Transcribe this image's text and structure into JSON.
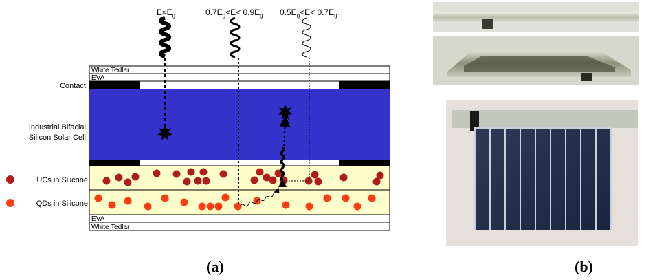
{
  "panel_a": {
    "photon_labels": {
      "p1": {
        "main": "E≈E",
        "sub": "g"
      },
      "p2": {
        "a": "0.7E",
        "a_sub": "g",
        "b": "<E< 0.9E",
        "b_sub": "g"
      },
      "p3": {
        "a": "0.5E",
        "a_sub": "g",
        "b": "<E< 0.7E",
        "b_sub": "g"
      }
    },
    "layers": {
      "white_tedlar_top": "White Tedlar",
      "eva_top": "EVA",
      "eva_bottom": "EVA",
      "white_tedlar_bottom": "White Tedlar"
    },
    "left_labels": {
      "contact": "Contact",
      "cell_line1": "Industrial Bifacial",
      "cell_line2": "Silicon Solar Cell",
      "ucs": "UCs in Silicone",
      "qds": "QDs in Silicone"
    },
    "colors": {
      "cell": "#3333cc",
      "silicone": "#ffffcc",
      "uc": "#b01c1c",
      "qd": "#ff3d12",
      "contact": "#000000"
    },
    "caption": "(a)"
  },
  "panel_b": {
    "caption": "(b)"
  }
}
